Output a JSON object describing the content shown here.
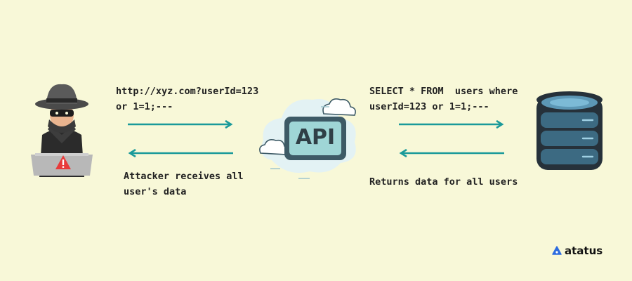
{
  "diagram": {
    "request_url": {
      "line1": "http://xyz.com?userId=123",
      "line2": "or 1=1;---"
    },
    "sql_query": {
      "line1": "SELECT * FROM  users where",
      "line2": "userId=123 or 1=1;---"
    },
    "attacker_result": {
      "line1": "Attacker receives all",
      "line2": "user's data"
    },
    "db_result": "Returns data for all users",
    "api_label": "API",
    "brand": "atatus"
  },
  "colors": {
    "background": "#f8f8d8",
    "arrow": "#1a9a9a",
    "api_screen": "#9fd6d6",
    "api_frame": "#3d5a66",
    "database": "#3c6a82",
    "warning": "#e83b3b",
    "brand": "#2d6cdf"
  },
  "icons": [
    "hacker-icon",
    "cloud-icon",
    "database-icon",
    "warning-icon",
    "atatus-logo-icon"
  ]
}
